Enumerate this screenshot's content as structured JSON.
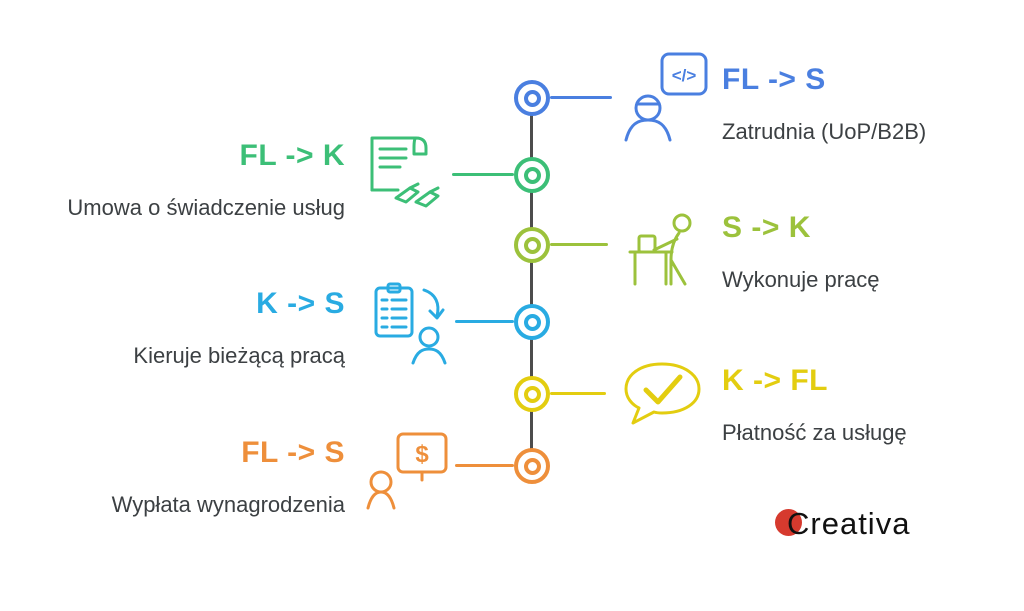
{
  "timeline": {
    "line_color": "#4d4d4d",
    "items": [
      {
        "side": "right",
        "label": "FL -> S",
        "subtitle": "Zatrudnia (UoP/B2B)",
        "color": "#4a7fe0",
        "icon": "developer-icon"
      },
      {
        "side": "left",
        "label": "FL -> K",
        "subtitle": "Umowa o świadczenie usług",
        "color": "#3cbf77",
        "icon": "contract-icon"
      },
      {
        "side": "right",
        "label": "S -> K",
        "subtitle": "Wykonuje pracę",
        "color": "#9cc23c",
        "icon": "worker-icon"
      },
      {
        "side": "left",
        "label": "K -> S",
        "subtitle": "Kieruje bieżącą pracą",
        "color": "#29abe2",
        "icon": "clipboard-icon"
      },
      {
        "side": "right",
        "label": "K -> FL",
        "subtitle": "Płatność za usługę",
        "color": "#e3cd10",
        "icon": "approved-payment-icon"
      },
      {
        "side": "left",
        "label": "FL -> S",
        "subtitle": "Wypłata wynagrodzenia",
        "color": "#ee8f3b",
        "icon": "salary-icon"
      }
    ]
  },
  "logo": {
    "text": "Creativa",
    "dot_color": "#d63a2e"
  }
}
